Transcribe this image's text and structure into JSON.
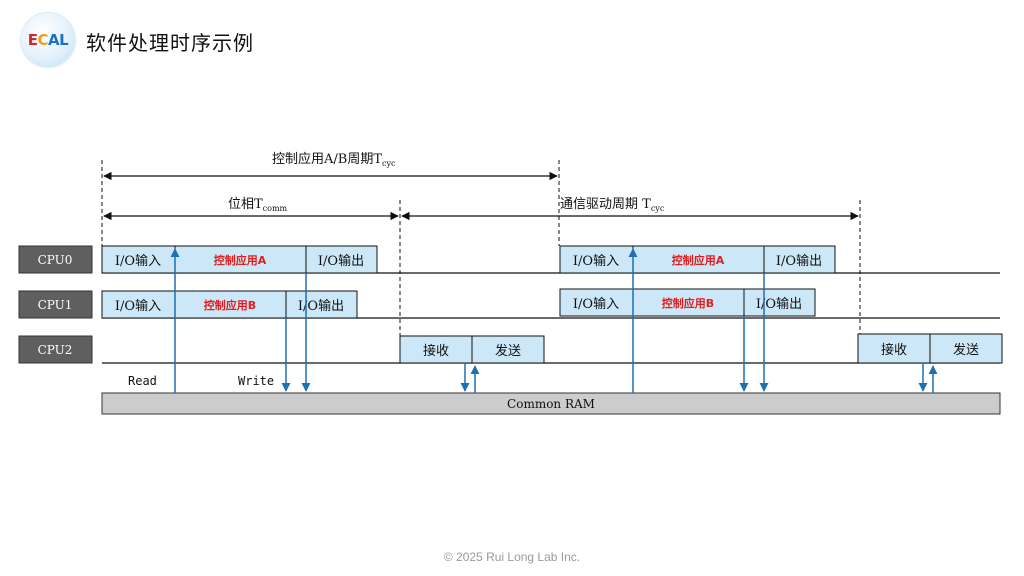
{
  "header": {
    "title": "软件处理时序示例",
    "logo_text": {
      "e": "E",
      "c": "C",
      "al": "AL"
    }
  },
  "diagram": {
    "period_app": {
      "main": "控制应用A/B周期T",
      "sub": "cyc"
    },
    "phase": {
      "main": "位相T",
      "sub": "comm"
    },
    "period_comm": {
      "main": "通信驱动周期 T",
      "sub": "cyc"
    },
    "cpus": [
      "CPU0",
      "CPU1",
      "CPU2"
    ],
    "io_in": "I/O输入",
    "io_out": "I/O输出",
    "app_a": "控制应用A",
    "app_b": "控制应用B",
    "recv": "接收",
    "send": "发送",
    "read": "Read",
    "write": "Write",
    "ram": "Common RAM"
  },
  "colors": {
    "box_fill": "#cce8f8",
    "cpu_fill": "#5f5f5f",
    "ram_fill": "#cccccc",
    "arrow": "#1f6fb3",
    "app_text": "#e02020"
  },
  "footer": {
    "text": "© 2025 Rui Long Lab Inc."
  }
}
